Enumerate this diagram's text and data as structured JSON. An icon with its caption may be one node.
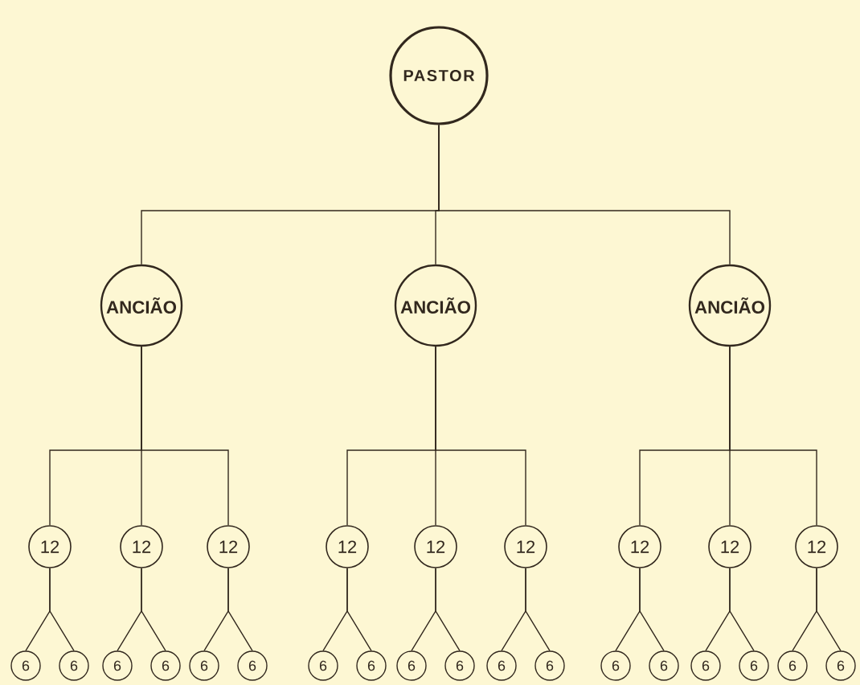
{
  "diagram": {
    "nodes": [
      {
        "text": [
          "PASTOR"
        ]
      },
      {
        "text": [
          "ANCIÃO"
        ]
      },
      {
        "text": [
          "ANCIÃO"
        ]
      },
      {
        "text": [
          "ANCIÃO"
        ]
      },
      {
        "text": [
          "12"
        ]
      },
      {
        "text": [
          "12"
        ]
      },
      {
        "text": [
          "12"
        ]
      },
      {
        "text": [
          "12"
        ]
      },
      {
        "text": [
          "12"
        ]
      },
      {
        "text": [
          "12"
        ]
      },
      {
        "text": [
          "12"
        ]
      },
      {
        "text": [
          "12"
        ]
      },
      {
        "text": [
          "12"
        ]
      },
      {
        "text": [
          "6"
        ]
      },
      {
        "text": [
          "6"
        ]
      },
      {
        "text": [
          "6"
        ]
      },
      {
        "text": [
          "6"
        ]
      },
      {
        "text": [
          "6"
        ]
      },
      {
        "text": [
          "6"
        ]
      },
      {
        "text": [
          "6"
        ]
      },
      {
        "text": [
          "6"
        ]
      },
      {
        "text": [
          "6"
        ]
      },
      {
        "text": [
          "6"
        ]
      },
      {
        "text": [
          "6"
        ]
      },
      {
        "text": [
          "6"
        ]
      },
      {
        "text": [
          "6"
        ]
      },
      {
        "text": [
          "6"
        ]
      },
      {
        "text": [
          "6"
        ]
      },
      {
        "text": [
          "6"
        ]
      },
      {
        "text": [
          "6"
        ]
      },
      {
        "text": [
          "6"
        ]
      }
    ],
    "edges": [
      {
        "from": 0,
        "to": 1,
        "arrow": "none"
      },
      {
        "from": 0,
        "to": 2,
        "arrow": "none"
      },
      {
        "from": 0,
        "to": 3,
        "arrow": "none"
      },
      {
        "from": 1,
        "to": 4,
        "arrow": "none"
      },
      {
        "from": 1,
        "to": 5,
        "arrow": "none"
      },
      {
        "from": 1,
        "to": 6,
        "arrow": "none"
      },
      {
        "from": 2,
        "to": 7,
        "arrow": "none"
      },
      {
        "from": 2,
        "to": 8,
        "arrow": "none"
      },
      {
        "from": 2,
        "to": 9,
        "arrow": "none"
      },
      {
        "from": 3,
        "to": 10,
        "arrow": "none"
      },
      {
        "from": 3,
        "to": 11,
        "arrow": "none"
      },
      {
        "from": 3,
        "to": 12,
        "arrow": "none"
      },
      {
        "from": 4,
        "to": 13,
        "arrow": "none"
      },
      {
        "from": 4,
        "to": 14,
        "arrow": "none"
      },
      {
        "from": 5,
        "to": 15,
        "arrow": "none"
      },
      {
        "from": 5,
        "to": 16,
        "arrow": "none"
      },
      {
        "from": 6,
        "to": 17,
        "arrow": "none"
      },
      {
        "from": 6,
        "to": 18,
        "arrow": "none"
      },
      {
        "from": 7,
        "to": 19,
        "arrow": "none"
      },
      {
        "from": 7,
        "to": 20,
        "arrow": "none"
      },
      {
        "from": 8,
        "to": 21,
        "arrow": "none"
      },
      {
        "from": 8,
        "to": 22,
        "arrow": "none"
      },
      {
        "from": 9,
        "to": 23,
        "arrow": "none"
      },
      {
        "from": 9,
        "to": 24,
        "arrow": "none"
      },
      {
        "from": 10,
        "to": 25,
        "arrow": "none"
      },
      {
        "from": 10,
        "to": 26,
        "arrow": "none"
      },
      {
        "from": 11,
        "to": 27,
        "arrow": "none"
      },
      {
        "from": 11,
        "to": 28,
        "arrow": "none"
      },
      {
        "from": 12,
        "to": 29,
        "arrow": "none"
      },
      {
        "from": 12,
        "to": 30,
        "arrow": "none"
      }
    ]
  }
}
